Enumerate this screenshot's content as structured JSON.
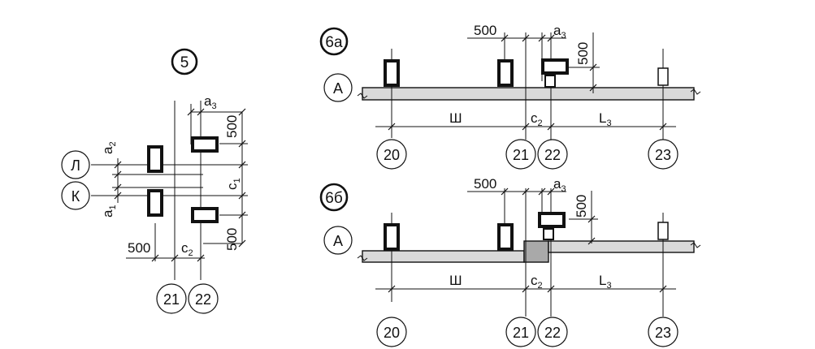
{
  "diagrams": {
    "d5": {
      "badge": "5",
      "rows": [
        "Л",
        "К"
      ],
      "dims": {
        "a1": "a",
        "a1_sub": "1",
        "a2": "a",
        "a2_sub": "2",
        "a3": "a",
        "a3_sub": "3",
        "c1": "c",
        "c1_sub": "1",
        "c2": "c",
        "c2_sub": "2",
        "d500_top": "500",
        "d500_bottom": "500",
        "d500_left": "500"
      },
      "axes": [
        "21",
        "22"
      ]
    },
    "d6a": {
      "badge": "6а",
      "row": "А",
      "dims": {
        "d500_h": "500",
        "d500_v": "500",
        "a3": "a",
        "a3_sub": "3",
        "sh": "Ш",
        "c2": "c",
        "c2_sub": "2",
        "l3": "L",
        "l3_sub": "3"
      },
      "axes": [
        "20",
        "21",
        "22",
        "23"
      ]
    },
    "d6b": {
      "badge": "6б",
      "row": "А",
      "dims": {
        "d500_h": "500",
        "d500_v": "500",
        "a3": "a",
        "a3_sub": "3",
        "sh": "Ш",
        "c2": "c",
        "c2_sub": "2",
        "l3": "L",
        "l3_sub": "3"
      },
      "axes": [
        "20",
        "21",
        "22",
        "23"
      ]
    }
  }
}
